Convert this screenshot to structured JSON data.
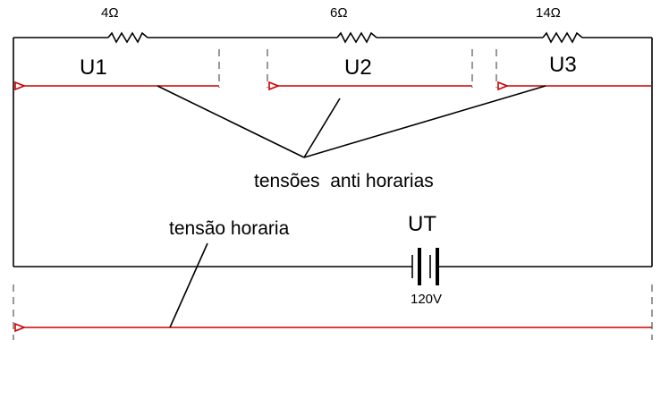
{
  "resistors": [
    {
      "label": "4Ω"
    },
    {
      "label": "6Ω"
    },
    {
      "label": "14Ω"
    }
  ],
  "voltages": {
    "u1": "U1",
    "u2": "U2",
    "u3": "U3",
    "ut": "UT"
  },
  "annotations": {
    "anti_clockwise": "tensões  anti horarias",
    "clockwise": "tensão horaria"
  },
  "source": {
    "value": "120V"
  },
  "colors": {
    "wire": "#000000",
    "arrow": "#cc0000",
    "dashed": "#555555"
  }
}
